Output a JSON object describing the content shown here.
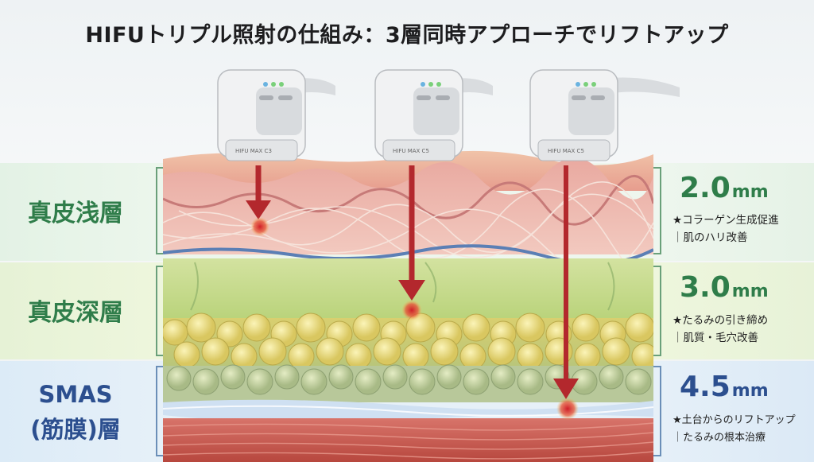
{
  "title": "HIFUトリプル照射の仕組み：3層同時アプローチでリフトアップ",
  "layers": [
    {
      "name_lines": [
        "真皮浅層"
      ],
      "depth_value": "2.0",
      "depth_unit": "mm",
      "desc_line1": "★コラーゲン生成促進",
      "desc_line2": "｜肌のハリ改善",
      "color": "#2f7d4a"
    },
    {
      "name_lines": [
        "真皮深層"
      ],
      "depth_value": "3.0",
      "depth_unit": "mm",
      "desc_line1": "★たるみの引き締め",
      "desc_line2": "｜肌質・毛穴改善",
      "color": "#2f7d4a"
    },
    {
      "name_lines": [
        "SMAS",
        "(筋膜)層"
      ],
      "depth_value": "4.5",
      "depth_unit": "mm",
      "desc_line1": "★土台からのリフトアップ",
      "desc_line2": "｜たるみの根本治療",
      "color": "#2c4f8f"
    }
  ],
  "devices": [
    {
      "label": "HIFU MAX C3"
    },
    {
      "label": "HIFU MAX C5"
    },
    {
      "label": "HIFU MAX C5"
    }
  ],
  "colors": {
    "arrow": "#b3282d",
    "focal": "#c8242c",
    "dermis_top": "#eaa7a0",
    "dermis_deep": "#bfd98a",
    "fat": "#e6d77a",
    "smas": "#a9c7e6",
    "muscle": "#c9564a"
  }
}
